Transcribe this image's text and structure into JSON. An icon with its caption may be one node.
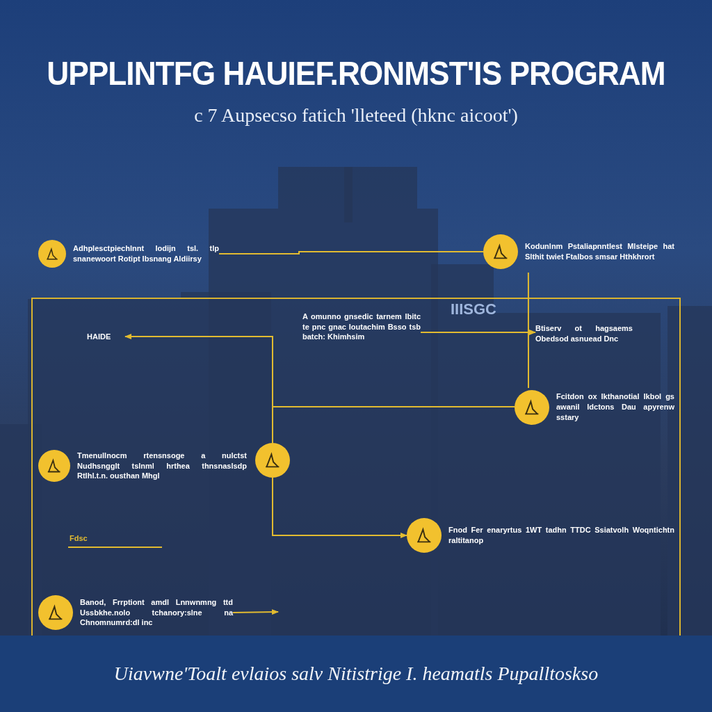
{
  "diagram": {
    "title": "UPPLINTFG HAUIEF.RONMST'IS PROGRAM",
    "caption": "Uiavwne'Toalt evlaios salv Nitistrige I. heamatls Pupalltoskso",
    "nodes": [
      {
        "text": [
          "Adhplesctpiechlnnt Iodijn tsl. tlp snanewoort Rotipt Ibsnang Aldiirsy"
        ]
      },
      {
        "text": [
          "Kodunlnm Pstaliapnntlest Mlsteipe hat Slthit twiet Ftalbos smsar Hthkhrort"
        ]
      },
      {
        "text": [
          "HAIDE"
        ]
      },
      {
        "text": [
          "A omunno gnsedic tarnem Ibitc te pnc gnac Ioutachim Bsso tsb batch: Khimhsim"
        ]
      },
      {
        "text": [
          "Btiserv ot hagsaems Obedsod asnuead Dnc"
        ]
      },
      {
        "text": [
          "Fcitdon ox Ikthanotial Ikbol gs awanil Idctons Dau apyrenw sstary"
        ]
      },
      {
        "text": [],
        "shape": "circle"
      },
      {
        "text": [
          "Tmenullnocm rtensnsoge a nulctst Nudhsngglt tslnml hrthea thnsnaslsdp Rtlhl.t.n. ousthan Mhgl"
        ]
      },
      {
        "text": [
          "Fnod Fer enaryrtus 1WT tadhn TTDC Ssiatvolh Woqntichtn raltitanop"
        ]
      },
      {
        "text": [
          "Banod, Frrptiont amdl Lnnwnmng ttd Ussbkhe.nolo tchanory:slne na Chnomnumrd:dl inc"
        ]
      }
    ],
    "edges": [
      {
        "from": 0,
        "to": 1,
        "arrow": "none"
      },
      {
        "from": 1,
        "to": 5,
        "arrow": "none"
      },
      {
        "from": 6,
        "to": 2,
        "arrow": "to"
      },
      {
        "from": 6,
        "to": 5,
        "arrow": "none"
      },
      {
        "from": 3,
        "to": 4,
        "arrow": "to"
      },
      {
        "from": 6,
        "to": 8,
        "arrow": "to"
      },
      {
        "from": 9,
        "to": null,
        "arrow": "to"
      }
    ],
    "labels": [
      "c 7 Aupsecso fatich 'lleteed (hknc aicoot')",
      "IIISGC",
      "Fdsc"
    ]
  }
}
